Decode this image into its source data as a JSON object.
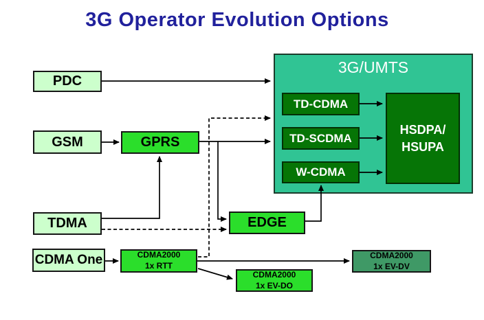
{
  "title": "3G Operator Evolution Options",
  "colors": {
    "title_text": "#21219C",
    "legacy_node_fill": "#CCFFCC",
    "bright_green_fill": "#2BDE2B",
    "umts_container_fill": "#30C494",
    "dark_green_fill": "#067506",
    "evdv_fill": "#3F9966",
    "connector": "#000000",
    "background": "#FFFFFF"
  },
  "nodes": {
    "pdc": {
      "label": "PDC"
    },
    "gsm": {
      "label": "GSM"
    },
    "tdma": {
      "label": "TDMA"
    },
    "cdma_one": {
      "label": "CDMA One"
    },
    "gprs": {
      "label": "GPRS"
    },
    "edge": {
      "label": "EDGE"
    },
    "umts": {
      "label": "3G/UMTS"
    },
    "td_cdma": {
      "label": "TD-CDMA"
    },
    "td_scdma": {
      "label": "TD-SCDMA"
    },
    "w_cdma": {
      "label": "W-CDMA"
    },
    "hsdpa": {
      "line1": "HSDPA/",
      "line2": "HSUPA"
    },
    "cdma2000_rtt": {
      "line1": "CDMA2000",
      "line2": "1x RTT"
    },
    "cdma2000_evdo": {
      "line1": "CDMA2000",
      "line2": "1x EV-DO"
    },
    "cdma2000_evdv": {
      "line1": "CDMA2000",
      "line2": "1x EV-DV"
    }
  },
  "connections": [
    {
      "from": "PDC",
      "to": "3G/UMTS",
      "style": "solid"
    },
    {
      "from": "GSM",
      "to": "GPRS",
      "style": "solid"
    },
    {
      "from": "GPRS",
      "to": "3G/UMTS",
      "style": "solid"
    },
    {
      "from": "GPRS",
      "to": "EDGE",
      "style": "solid"
    },
    {
      "from": "TDMA",
      "to": "GPRS",
      "style": "solid"
    },
    {
      "from": "TDMA",
      "to": "EDGE",
      "style": "dashed"
    },
    {
      "from": "EDGE",
      "to": "W-CDMA",
      "style": "solid"
    },
    {
      "from": "TD-CDMA",
      "to": "HSDPA/HSUPA",
      "style": "solid"
    },
    {
      "from": "TD-SCDMA",
      "to": "HSDPA/HSUPA",
      "style": "solid"
    },
    {
      "from": "W-CDMA",
      "to": "HSDPA/HSUPA",
      "style": "solid"
    },
    {
      "from": "CDMA One",
      "to": "CDMA2000 1x RTT",
      "style": "solid"
    },
    {
      "from": "CDMA2000 1x RTT",
      "to": "CDMA2000 1x EV-DV",
      "style": "solid"
    },
    {
      "from": "CDMA2000 1x RTT",
      "to": "CDMA2000 1x EV-DO",
      "style": "solid"
    },
    {
      "from": "CDMA2000 1x RTT",
      "to": "3G/UMTS",
      "style": "dashed"
    }
  ]
}
